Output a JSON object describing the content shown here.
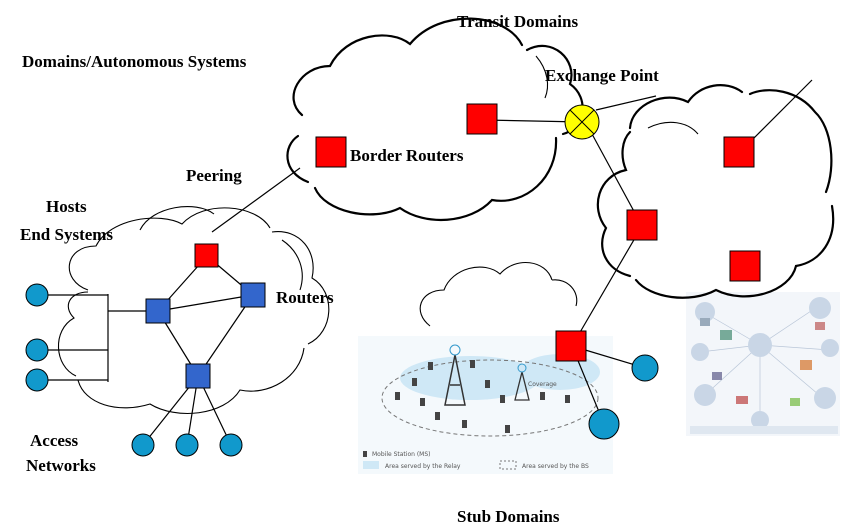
{
  "labels": {
    "transit_domains": "Transit Domains",
    "domains_as": "Domains/Autonomous Systems",
    "exchange_point": "Exchange Point",
    "peering": "Peering",
    "border_routers": "Border Routers",
    "hosts": "Hosts",
    "end_systems": "End Systems",
    "routers": "Routers",
    "access": "Access",
    "networks": "Networks",
    "stub_domains": "Stub Domains"
  },
  "inset_left": {
    "coverage": "Coverage",
    "legend_relay": "Area served by the Relay",
    "legend_bs": "Area served by the BS",
    "legend_ms": "Mobile Station (MS)"
  },
  "colors": {
    "border_router": "#ff0000",
    "router": "#3366cc",
    "host": "#1199cc",
    "exchange_point": "#ffff00"
  }
}
